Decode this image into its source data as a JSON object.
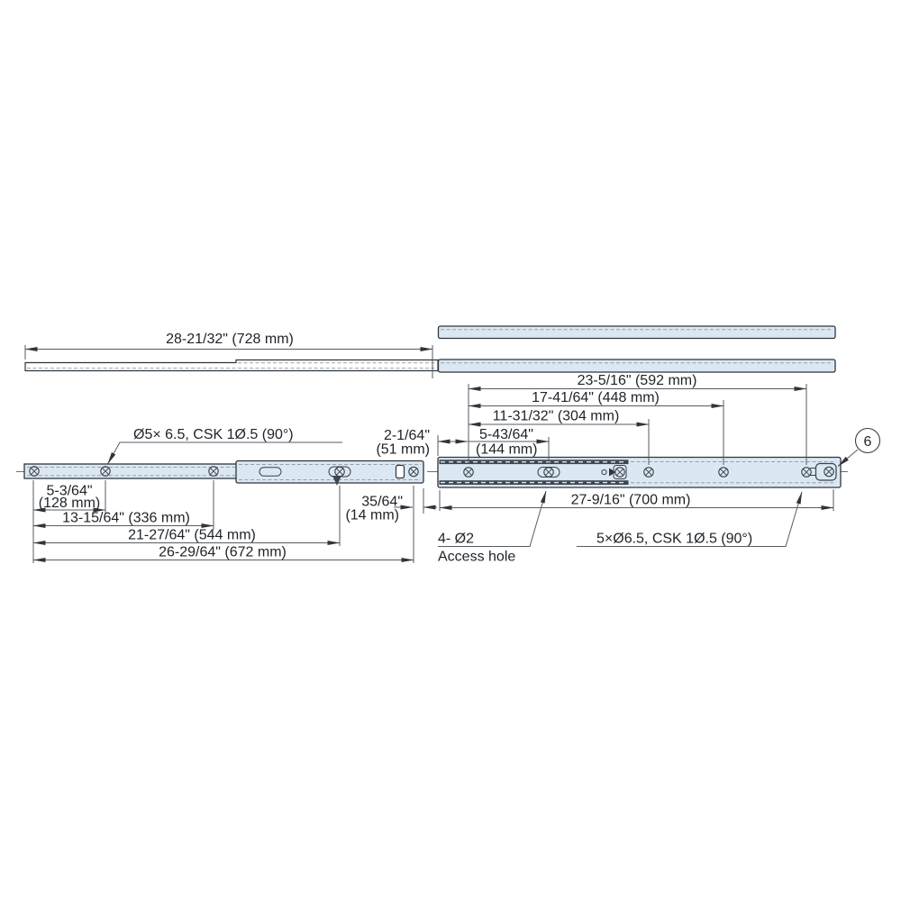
{
  "drawing": {
    "labels": {
      "dim_728": "28-21/32\" (728 mm)",
      "dim_592": "23-5/16\" (592 mm)",
      "dim_448": "17-41/64\" (448 mm)",
      "dim_304": "11-31/32\" (304 mm)",
      "dim_144_in": "5-43/64\"",
      "dim_144_mm": "(144 mm)",
      "dim_51_in": "2-1/64\"",
      "dim_51_mm": "(51 mm)",
      "csk_note_top": "Ø5×  6.5, CSK  1Ø.5 (90°)",
      "dim_128_in": "5-3/64\"",
      "dim_128_mm": "(128 mm)",
      "dim_336": "13-15/64\" (336 mm)",
      "dim_544": "21-27/64\" (544 mm)",
      "dim_672": "26-29/64\" (672 mm)",
      "dim_14_in": "35/64\"",
      "dim_14_mm": "(14 mm)",
      "dim_700": "27-9/16\" (700 mm)",
      "access_qty": "4- Ø2",
      "access_label": "Access hole",
      "csk_note_bottom": "5×Ø6.5, CSK  1Ø.5 (90°)",
      "balloon_number": "6"
    },
    "colors": {
      "rail_fill": "#dbe8f4",
      "outline": "#2f353b",
      "dimension_line": "#565b63",
      "dark_band": "#3f464e",
      "text": "#1e2226"
    }
  }
}
